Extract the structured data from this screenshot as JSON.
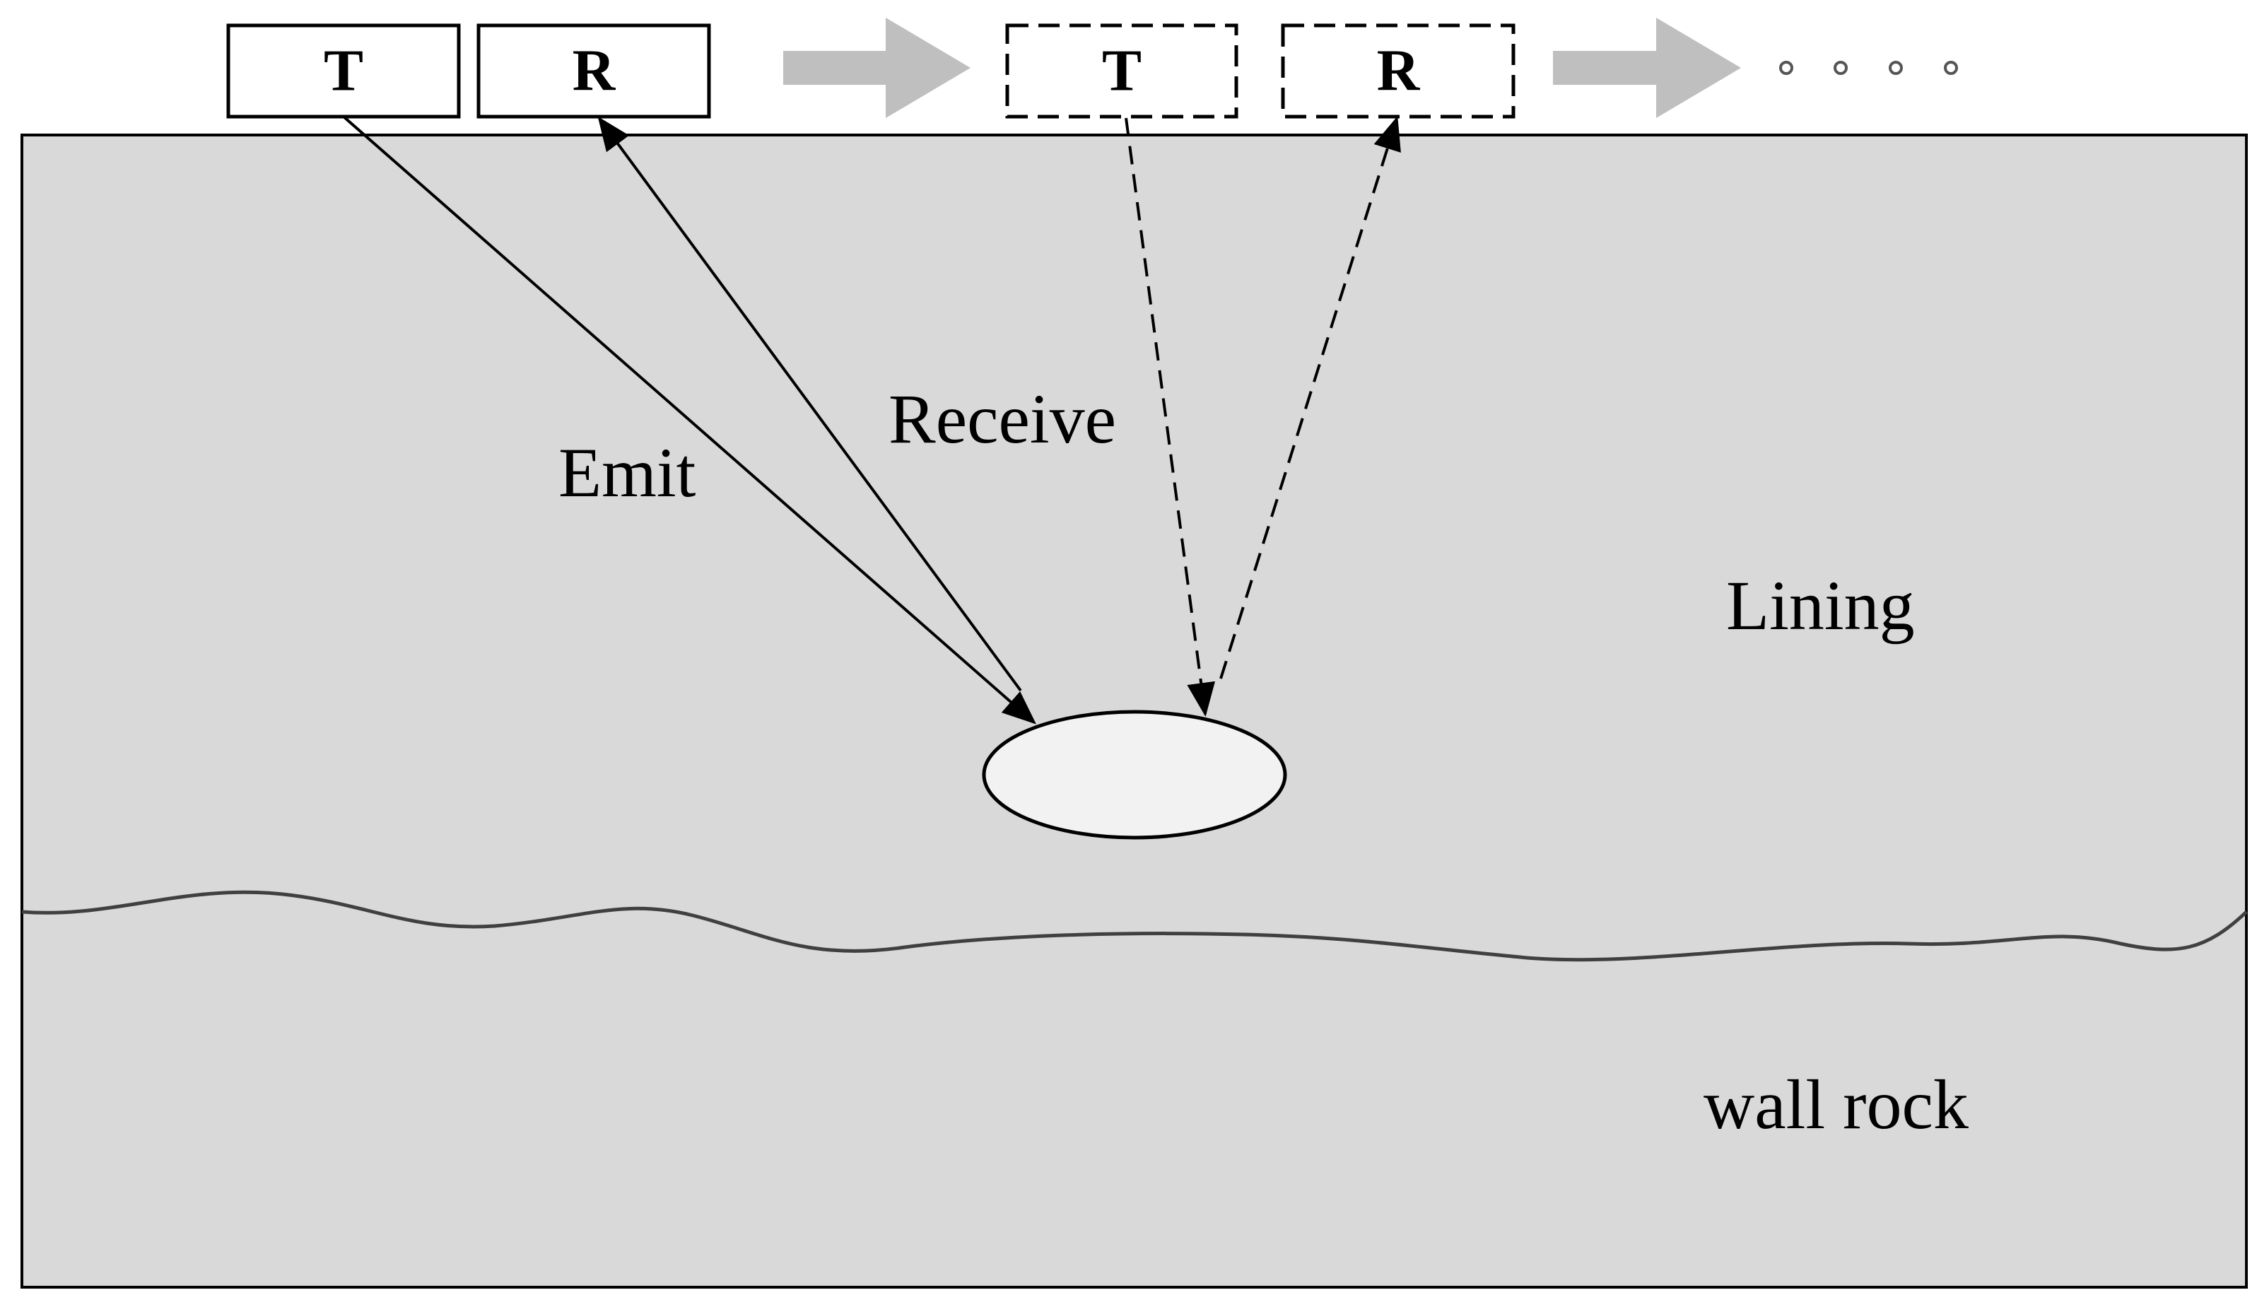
{
  "colors": {
    "medium_fill": "#d9d9d9",
    "cavity_fill": "#f2f2f2",
    "flow_arrow": "#bfbfbf",
    "line": "#000000",
    "boundary": "#404040"
  },
  "antenna": {
    "current": {
      "transmitter_label": "T",
      "receiver_label": "R"
    },
    "next": {
      "transmitter_label": "T",
      "receiver_label": "R"
    }
  },
  "rays": {
    "emit_label": "Emit",
    "receive_label": "Receive"
  },
  "layers": {
    "lining_label": "Lining",
    "wall_rock_label": "wall rock"
  },
  "continuation": {
    "dot_count": 4
  }
}
